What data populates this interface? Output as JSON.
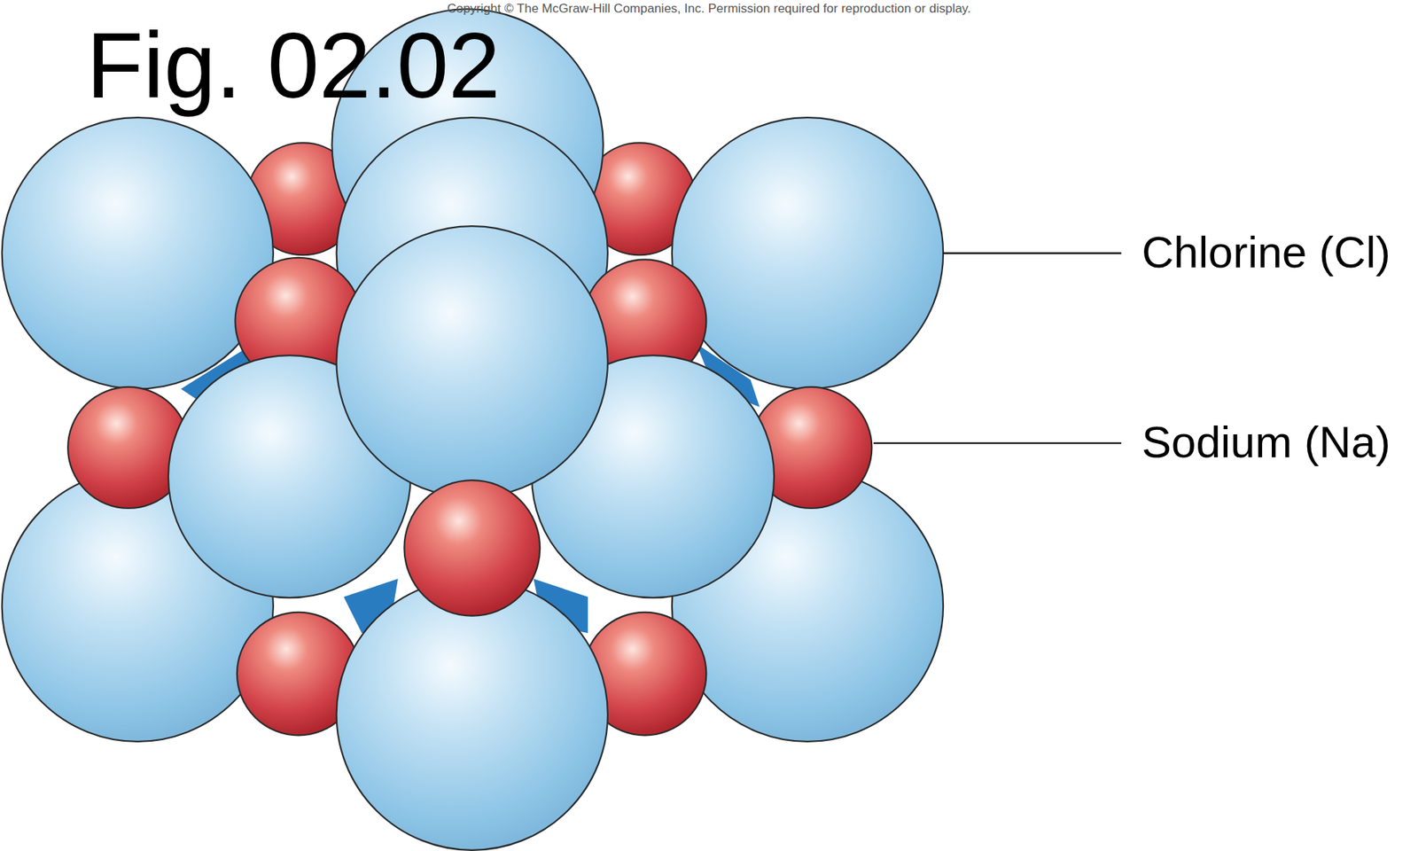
{
  "diagram": {
    "title": "Fig. 02.02",
    "labels": [
      "Copyright © The McGraw-Hill Companies, Inc. Permission required for reproduction or display.",
      "Chlorine (Cl)",
      "Sodium (Na)"
    ]
  }
}
